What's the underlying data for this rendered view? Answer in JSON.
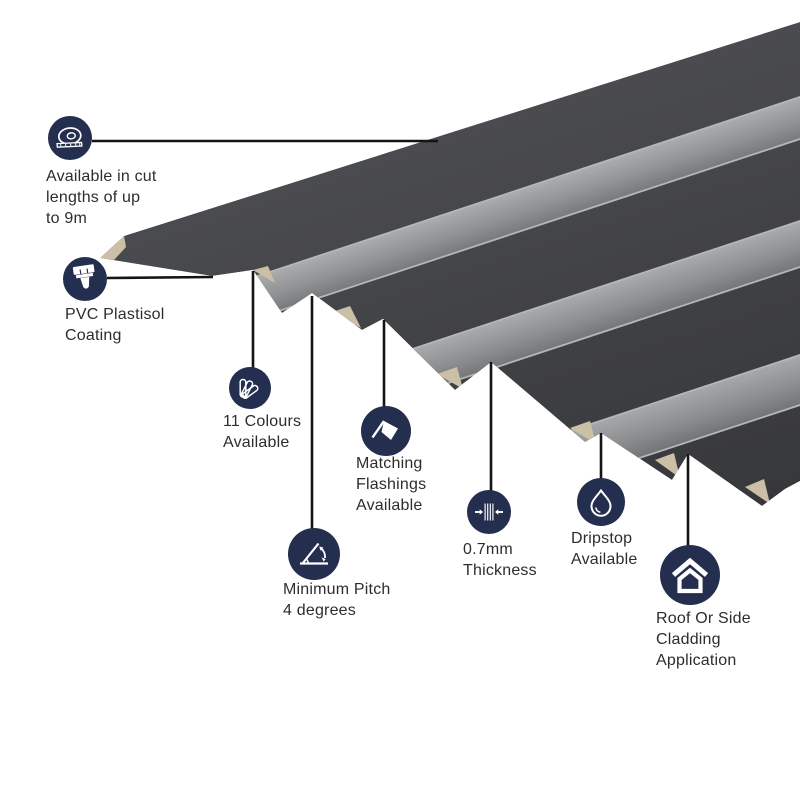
{
  "background": "#ffffff",
  "colors": {
    "icon_navy": "#242e4e",
    "icon_glyph": "#ffffff",
    "callout_line": "#141414",
    "label_text": "#2d2d2d",
    "sheet_dark": "#3f4043",
    "sheet_light": "#a0a2a4",
    "sheet_edge_highlight": "#b4b6b8",
    "cut_edge_tan": "#cbc0a5"
  },
  "features": [
    {
      "id": "cut-lengths",
      "icon": "tape-measure-icon",
      "label": "Available in cut\nlengths of up\nto 9m"
    },
    {
      "id": "coating",
      "icon": "paint-brush-icon",
      "label": "PVC Plastisol\nCoating"
    },
    {
      "id": "colours",
      "icon": "colour-fan-icon",
      "label": "11 Colours\nAvailable"
    },
    {
      "id": "flashings",
      "icon": "flashing-icon",
      "label": "Matching\nFlashings\nAvailable"
    },
    {
      "id": "pitch",
      "icon": "pitch-angle-icon",
      "label": "Minimum Pitch\n4 degrees"
    },
    {
      "id": "thickness",
      "icon": "thickness-arrows-icon",
      "label": "0.7mm\nThickness"
    },
    {
      "id": "dripstop",
      "icon": "water-drop-icon",
      "label": "Dripstop\nAvailable"
    },
    {
      "id": "application",
      "icon": "house-icon",
      "label": "Roof Or Side\nCladding\nApplication"
    }
  ]
}
